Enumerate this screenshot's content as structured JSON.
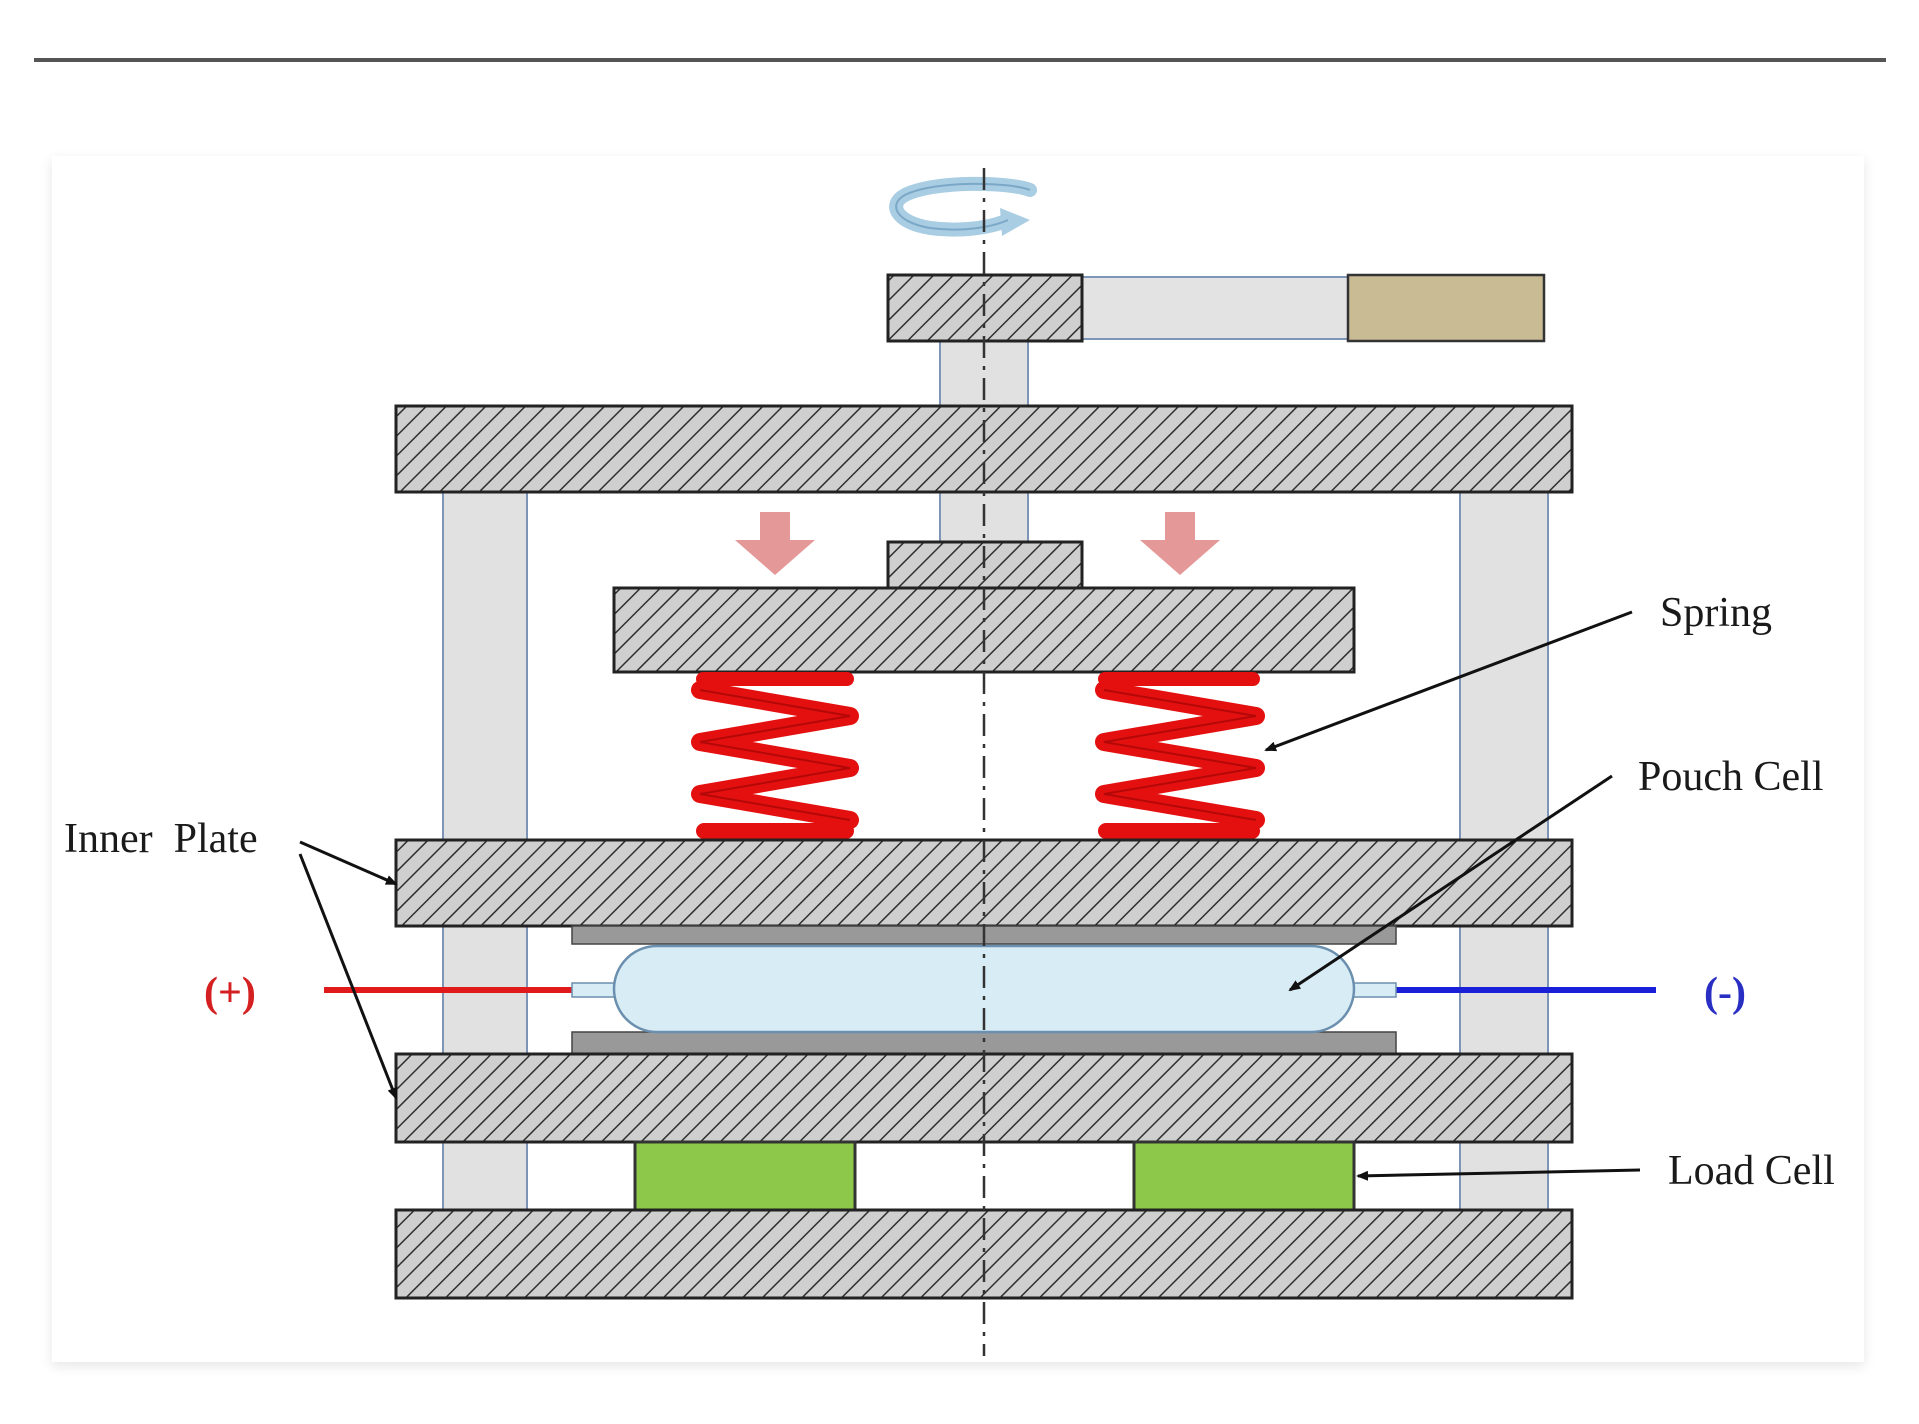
{
  "labels": {
    "spring": "Spring",
    "pouch_cell": "Pouch Cell",
    "inner_plate": "Inner  Plate",
    "load_cell": "Load Cell",
    "positive": "(+)",
    "negative": "(-)"
  },
  "colors": {
    "hatch_fill": "#c9c9c9",
    "hatch_line": "#333333",
    "column": "#e1e1e1",
    "column_edge": "#7f95b8",
    "spring": "#e3100f",
    "load_cell": "#8dc84a",
    "pouch": "#d8ecf6",
    "pressure_arrow": "#e59898",
    "rotation_arrow": "#a9cde3",
    "handle": "#c9bb93",
    "positive_lead": "#e01a1a",
    "negative_lead": "#1a20d8",
    "pad": "#999999"
  },
  "icons": {
    "rotation": "rotation-arrow-icon",
    "pressure": "down-arrow-icon"
  }
}
